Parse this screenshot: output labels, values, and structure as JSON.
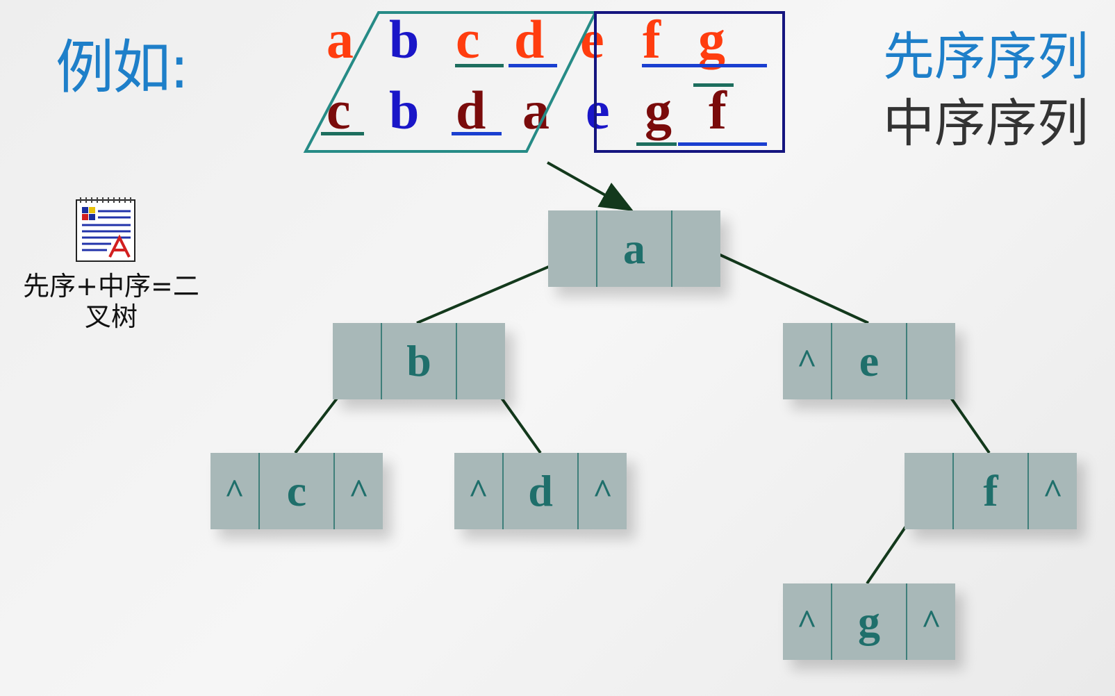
{
  "heading": "例如:",
  "labels": {
    "preorder": "先序序列",
    "inorder": "中序序列"
  },
  "preorder": [
    "a",
    "b",
    "c",
    "d",
    "e",
    "f",
    "g"
  ],
  "inorder": [
    "c",
    "b",
    "d",
    "a",
    "e",
    "g",
    "f"
  ],
  "icon": {
    "name": "document-icon",
    "caption": "先序+中序=二叉树"
  },
  "tree": {
    "null_marker": "^",
    "nodes": [
      {
        "key": "a",
        "left": "",
        "right": ""
      },
      {
        "key": "b",
        "left": "",
        "right": ""
      },
      {
        "key": "e",
        "left": "^",
        "right": ""
      },
      {
        "key": "c",
        "left": "^",
        "right": "^"
      },
      {
        "key": "d",
        "left": "^",
        "right": "^"
      },
      {
        "key": "f",
        "left": "",
        "right": "^"
      },
      {
        "key": "g",
        "left": "^",
        "right": "^"
      }
    ]
  },
  "colors": {
    "heading": "#1e7fc9",
    "preorder_text": "#ff3d0f",
    "inorder_text": "#7a0b0b",
    "highlight_text": "#1a16c8",
    "left_frame": "#268b86",
    "right_frame": "#15157f",
    "node_fill": "#a8b8b8",
    "node_text": "#1f6f6b",
    "edge": "#13391c"
  }
}
